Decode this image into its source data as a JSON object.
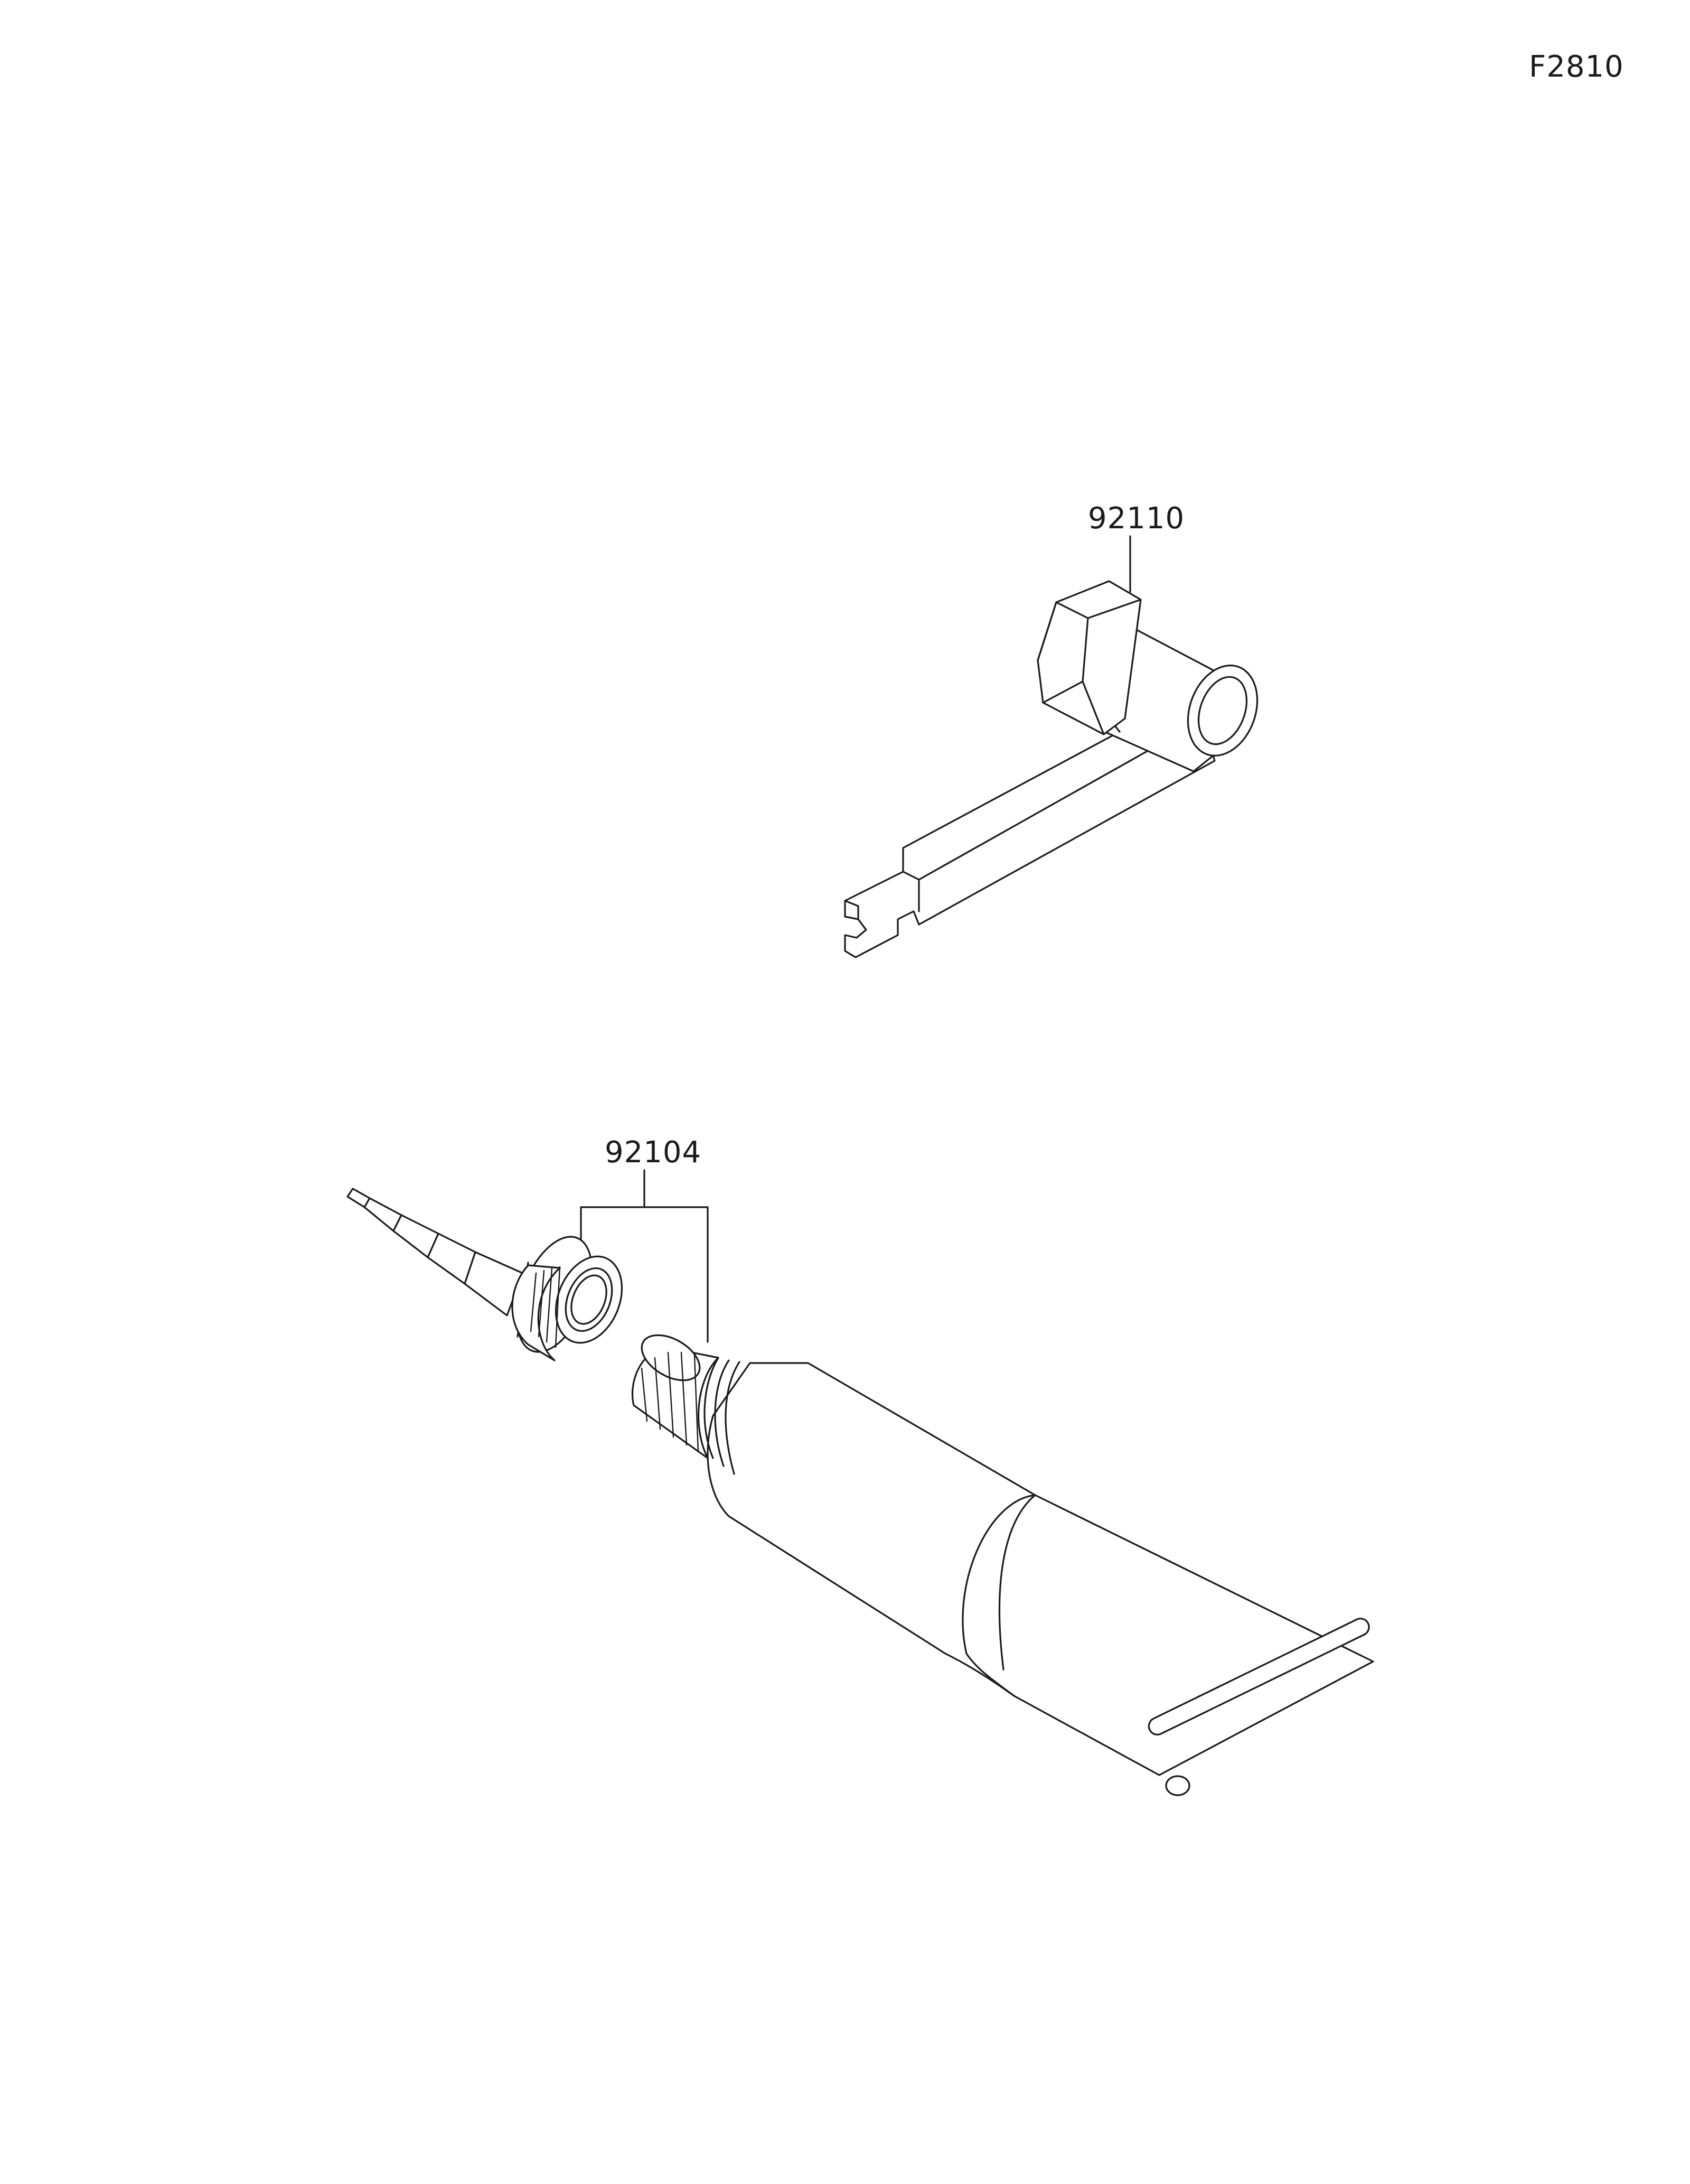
{
  "figure_id": "F2810",
  "callouts": [
    {
      "part_number": "92110"
    },
    {
      "part_number": "92104"
    }
  ],
  "colors": {
    "line": "#1a1a1a",
    "background": "#ffffff"
  }
}
